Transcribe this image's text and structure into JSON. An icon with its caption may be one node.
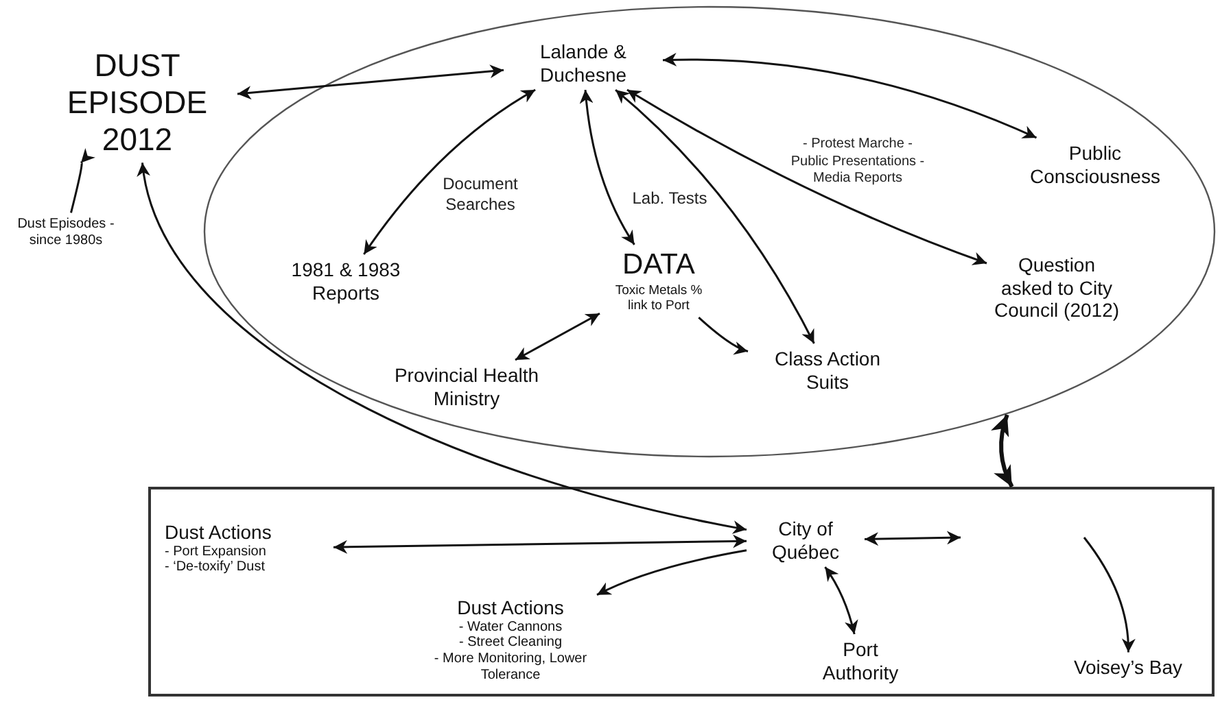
{
  "diagram": {
    "nodes": [
      {
        "text": [
          "DUST EPISODE 2012"
        ]
      },
      {
        "text": [
          "Dust Episodes - since 1980s"
        ]
      },
      {
        "text": [],
        "shape": "ellipse"
      },
      {
        "text": [
          "Lalande & Duchesne"
        ],
        "in": 2
      },
      {
        "text": [
          "1981 & 1983 Reports"
        ],
        "in": 2
      },
      {
        "text": [
          "DATA",
          "Toxic Metals % link to Port"
        ],
        "in": 2
      },
      {
        "text": [
          "Provincial Health Ministry"
        ],
        "in": 2
      },
      {
        "text": [
          "Class Action Suits"
        ],
        "in": 2
      },
      {
        "text": [
          "Public Consciousness"
        ],
        "in": 2
      },
      {
        "text": [
          "Question asked to City Council (2012)"
        ],
        "in": 2
      },
      {
        "text": [],
        "shape": "box"
      },
      {
        "text": [
          "Dust Actions",
          "- Port Expansion",
          "- ‘De-toxify’ Dust"
        ],
        "in": 10
      },
      {
        "text": [
          "City of Québec"
        ],
        "in": 10
      },
      {
        "text": [
          "Dust Actions",
          "- Water Cannons",
          "- Street Cleaning",
          "- More Monitoring, Lower Tolerance"
        ],
        "in": 10
      },
      {
        "text": [
          "Port Authority"
        ],
        "in": 10
      },
      {
        "text": [
          "Voisey’s Bay"
        ],
        "in": 10
      }
    ],
    "edges": [
      {
        "from": 0,
        "to": 3,
        "arrow": "both"
      },
      {
        "from": 1,
        "to": 0,
        "arrow": "to"
      },
      {
        "from": 3,
        "to": 4,
        "arrow": "both",
        "label": "Document Searches"
      },
      {
        "from": 3,
        "to": 5,
        "arrow": "both",
        "label": "Lab. Tests"
      },
      {
        "from": 6,
        "to": 5,
        "arrow": "both"
      },
      {
        "from": 5,
        "to": 7,
        "arrow": "to"
      },
      {
        "from": 3,
        "to": 7,
        "arrow": "both"
      },
      {
        "from": 3,
        "to": 9,
        "arrow": "both",
        "label": "- Protest Marche - Public Presentations - Media Reports"
      },
      {
        "from": 3,
        "to": 8,
        "arrow": "both"
      },
      {
        "from": 12,
        "to": 0,
        "arrow": "both"
      },
      {
        "from": 12,
        "to": 11,
        "arrow": "both"
      },
      {
        "from": 12,
        "to": 13,
        "arrow": "to"
      },
      {
        "from": 12,
        "to": null,
        "arrow": "both"
      },
      {
        "from": 12,
        "to": 14,
        "arrow": "both"
      },
      {
        "from": null,
        "to": 15,
        "arrow": "to"
      },
      {
        "from": 10,
        "to": 2,
        "arrow": "both",
        "style": "thick"
      }
    ]
  }
}
